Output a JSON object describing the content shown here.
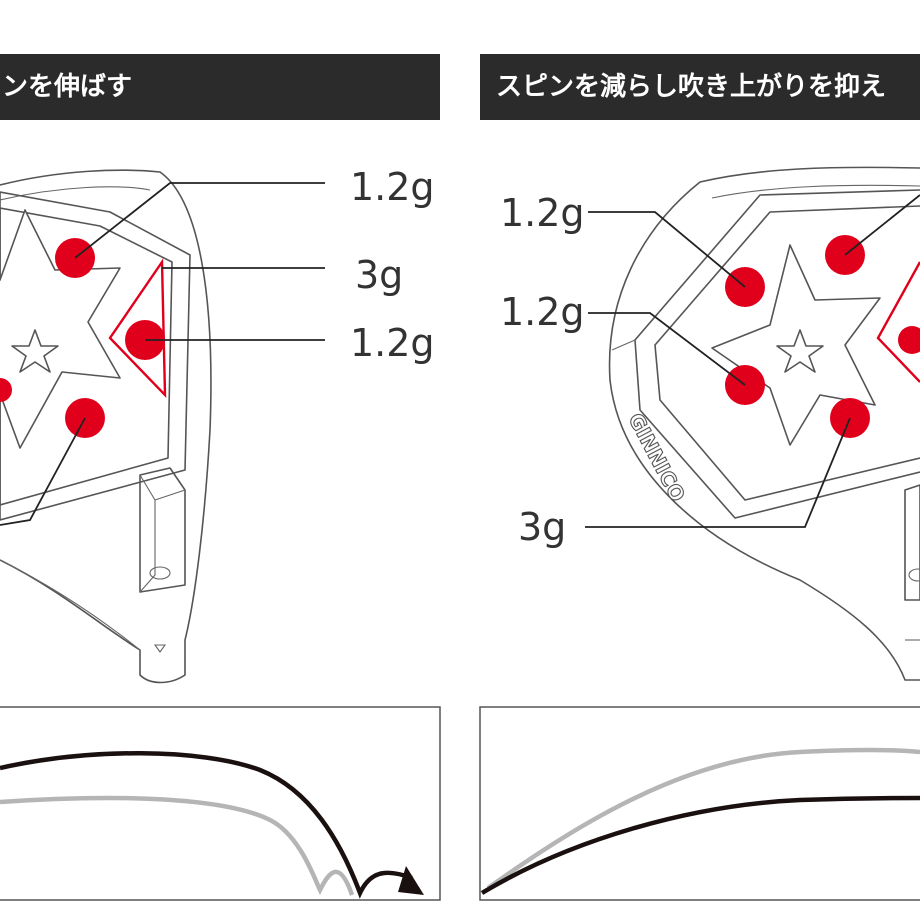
{
  "panels": {
    "left": {
      "title": "ンを伸ばす"
    },
    "right": {
      "title": "スピンを減らし吹き上がりを抑え"
    }
  },
  "weights": {
    "left": [
      "1.2g",
      "3g",
      "1.2g"
    ],
    "right": [
      "1.2g",
      "1.2g",
      "3g"
    ]
  },
  "brand": "GINNICO",
  "colors": {
    "weight_dot": "#e0001b",
    "banner": "#2b2b2b",
    "trajectory_main": "#1a1010",
    "trajectory_ghost": "#b5b5b5"
  }
}
